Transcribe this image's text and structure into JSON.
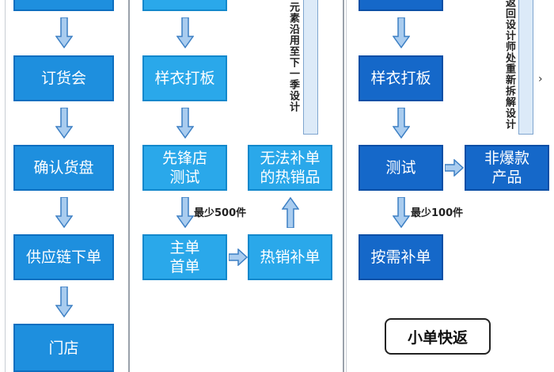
{
  "column1": {
    "boxes": [
      "订货会",
      "确认货盘",
      "供应链下单",
      "门店"
    ]
  },
  "column2": {
    "sample_box": "样衣打板",
    "pilot_store_box": "先锋店\n测试",
    "no_restock_box": "无法补单\n的热销品",
    "main_order_box": "主单\n首单",
    "hot_restock_box": "热销补单",
    "min_qty_label": "最少500件",
    "vertical_note": "元素沿用至下一季设计"
  },
  "column3": {
    "sample_box": "样衣打板",
    "test_box": "测试",
    "non_hit_box": "非爆款\n产品",
    "on_demand_box": "按需补单",
    "min_qty_label": "最少100件",
    "vertical_note": "返回设计师处重新拆解设计",
    "caret_glyph": "›",
    "tag": "小单快返"
  },
  "colors": {
    "box_blue": "#1e8fde",
    "box_light_blue": "#2aa8ea",
    "box_deep_blue": "#1568c9",
    "arrow_fill": "#a9ccef",
    "arrow_stroke": "#3c7fc4"
  }
}
